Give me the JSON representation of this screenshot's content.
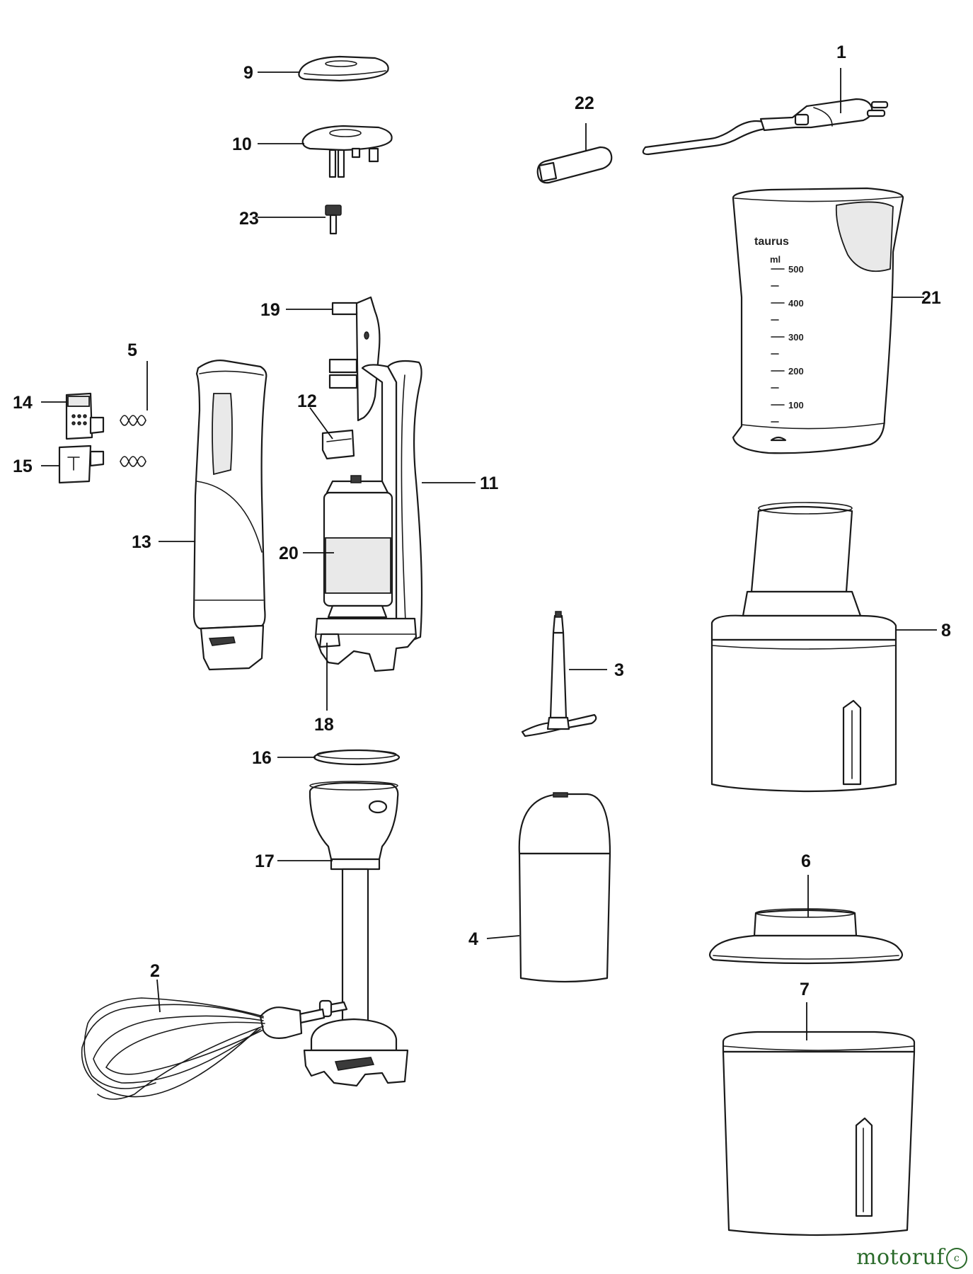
{
  "callouts": {
    "c1": "1",
    "c2": "2",
    "c3": "3",
    "c4": "4",
    "c5": "5",
    "c6": "6",
    "c7": "7",
    "c8": "8",
    "c9": "9",
    "c10": "10",
    "c11": "11",
    "c12": "12",
    "c13": "13",
    "c14": "14",
    "c15": "15",
    "c16": "16",
    "c17": "17",
    "c18": "18",
    "c19": "19",
    "c20": "20",
    "c21": "21",
    "c22": "22",
    "c23": "23"
  },
  "jug": {
    "brand": "taurus",
    "unit": "ml",
    "marks": [
      "500",
      "400",
      "300",
      "200",
      "100"
    ]
  },
  "watermark": {
    "text": "motoruf",
    "mark": "c"
  }
}
